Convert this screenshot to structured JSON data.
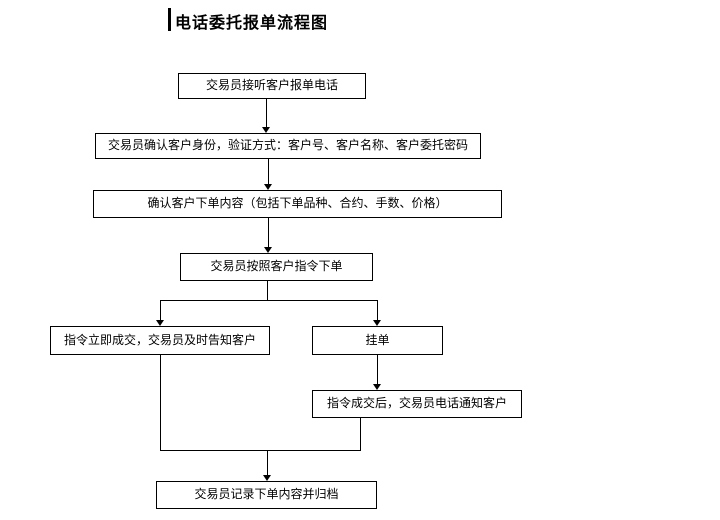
{
  "title": "电话委托报单流程图",
  "flowchart": {
    "nodes": [
      {
        "label": "交易员接听客户报单电话"
      },
      {
        "label": "交易员确认客户身份，验证方式：客户号、客户名称、客户委托密码"
      },
      {
        "label": "确认客户下单内容（包括下单品种、合约、手数、价格）"
      },
      {
        "label": "交易员按照客户指令下单"
      },
      {
        "label": "指令立即成交，交易员及时告知客户"
      },
      {
        "label": "挂单"
      },
      {
        "label": "指令成交后，交易员电话通知客户"
      },
      {
        "label": "交易员记录下单内容并归档"
      }
    ]
  }
}
